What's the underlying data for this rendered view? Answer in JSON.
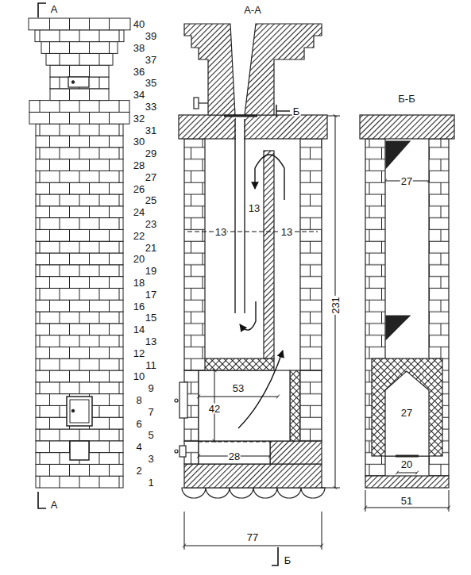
{
  "diagram": {
    "labels": [
      "А",
      "40",
      "39",
      "38",
      "37",
      "36",
      "35",
      "34",
      "33",
      "32",
      "31",
      "30",
      "29",
      "28",
      "27",
      "26",
      "25",
      "24",
      "23",
      "22",
      "21",
      "20",
      "19",
      "18",
      "17",
      "16",
      "15",
      "14",
      "13",
      "12",
      "11",
      "10",
      "9",
      "8",
      "7",
      "6",
      "5",
      "4",
      "3",
      "2",
      "1",
      "А-А",
      "Б",
      "13",
      "13",
      "13",
      "231",
      "53",
      "42",
      "28",
      "77",
      "Б",
      "Б-Б",
      "27",
      "27",
      "20",
      "51",
      "А"
    ]
  }
}
